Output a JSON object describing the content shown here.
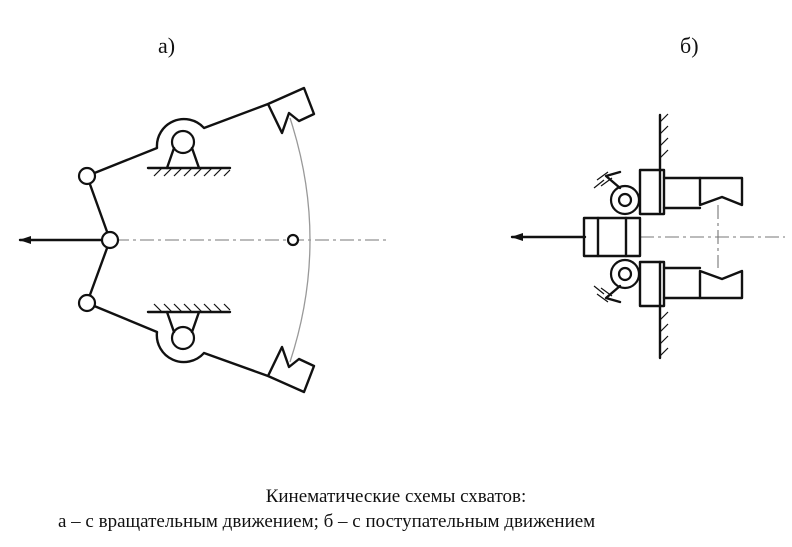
{
  "labels": {
    "a": "а)",
    "b": "б)"
  },
  "caption": {
    "line1": "Кинематические схемы схватов:",
    "line2": "а – с вращательным движением; б – с поступательным движением"
  }
}
